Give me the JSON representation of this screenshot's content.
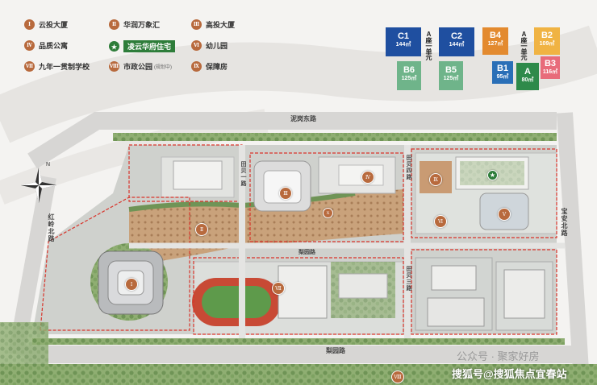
{
  "legend": {
    "items": [
      {
        "num": "Ⅰ",
        "label": "云投大厦"
      },
      {
        "num": "Ⅱ",
        "label": "华润万象汇"
      },
      {
        "num": "Ⅲ",
        "label": "高投大厦"
      },
      {
        "num": "Ⅳ",
        "label": "品质公寓"
      },
      {
        "num": "★",
        "label": "凌云华府住宅"
      },
      {
        "num": "Ⅵ",
        "label": "幼儿园"
      },
      {
        "num": "Ⅶ",
        "label": "九年一贯制学校"
      },
      {
        "num": "Ⅷ",
        "label": "市政公园",
        "note": "(规划中)"
      },
      {
        "num": "Ⅸ",
        "label": "保障房"
      }
    ]
  },
  "units": {
    "seat_a": "A座一单元",
    "seat_a2": "A座一单元",
    "blocks": [
      {
        "code": "C1",
        "area": "144㎡",
        "color": "#1f4fa0"
      },
      {
        "code": "C2",
        "area": "144㎡",
        "color": "#1f4fa0"
      },
      {
        "code": "B6",
        "area": "125㎡",
        "color": "#6fb48a"
      },
      {
        "code": "B5",
        "area": "125㎡",
        "color": "#6fb48a"
      },
      {
        "code": "B4",
        "area": "127㎡",
        "color": "#e38a2f"
      },
      {
        "code": "B2",
        "area": "109㎡",
        "color": "#f0b343"
      },
      {
        "code": "B1",
        "area": "95㎡",
        "color": "#2a6fb7"
      },
      {
        "code": "A",
        "area": "80㎡",
        "color": "#2e8a4a"
      },
      {
        "code": "B3",
        "area": "116㎡",
        "color": "#e86b7a"
      }
    ]
  },
  "roads": {
    "north": "泥岗东路",
    "south": "梨园路",
    "east": "宝安北路",
    "west": "红岭北路",
    "inner_1": "田贝一路",
    "inner_2": "田贝四路",
    "inner_3": "田贝三路",
    "inner_4": "梨园路"
  },
  "map_markers": [
    "Ⅰ",
    "Ⅱ",
    "Ⅲ",
    "Ⅳ",
    "Ⅴ",
    "Ⅵ",
    "Ⅶ",
    "Ⅷ",
    "Ⅸ",
    "Ⅹ"
  ],
  "compass": {
    "n": "N"
  },
  "watermarks": {
    "account": "公众号 · 聚家好房",
    "sohu": "搜狐号@搜狐焦点宜春站"
  },
  "colors": {
    "boundary": "#d9342b",
    "marker": "#b86a3d",
    "highlight": "#2e7d3a"
  }
}
